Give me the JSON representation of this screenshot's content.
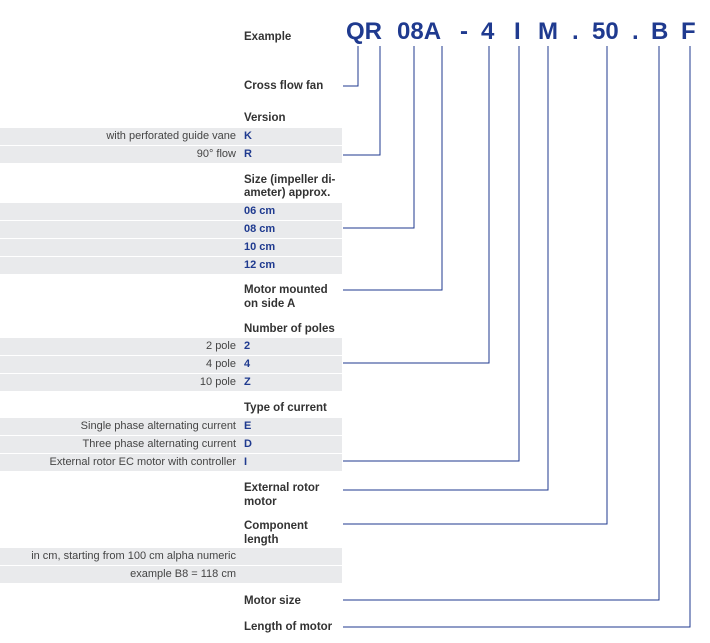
{
  "example_label": "Example",
  "code_parts": [
    "QR",
    "08A",
    "-",
    "4",
    "I",
    "M",
    ".",
    "50",
    ".",
    "B",
    "F"
  ],
  "cross_flow": "Cross flow fan",
  "version": {
    "title": "Version",
    "rows": [
      {
        "desc": "with perforated guide vane",
        "code": "K"
      },
      {
        "desc": "90° flow",
        "code": "R"
      }
    ]
  },
  "size": {
    "title_1": "Size (impeller di-",
    "title_2": "ameter) approx.",
    "rows": [
      "06 cm",
      "08 cm",
      "10 cm",
      "12 cm"
    ]
  },
  "motor_side": {
    "line1": "Motor mounted",
    "line2": "on side A"
  },
  "poles": {
    "title": "Number of poles",
    "rows": [
      {
        "desc": "2 pole",
        "code": "2"
      },
      {
        "desc": "4 pole",
        "code": "4"
      },
      {
        "desc": "10 pole",
        "code": "Z"
      }
    ]
  },
  "current": {
    "title": "Type of current",
    "rows": [
      {
        "desc": "Single phase alternating current",
        "code": "E"
      },
      {
        "desc": "Three phase alternating current",
        "code": "D"
      },
      {
        "desc": "External rotor EC motor with controller",
        "code": "I"
      }
    ]
  },
  "ext_rotor": {
    "line1": "External rotor",
    "line2": "motor"
  },
  "component": {
    "line1": "Component",
    "line2": "length",
    "rows": [
      "in cm, starting from 100 cm alpha numeric",
      "example B8 = 118 cm"
    ]
  },
  "motor_size": "Motor size",
  "length_motor": "Length of motor",
  "colors": {
    "accent": "#1f3a8f",
    "row_bg": "#e9eaec",
    "text": "#333333"
  }
}
